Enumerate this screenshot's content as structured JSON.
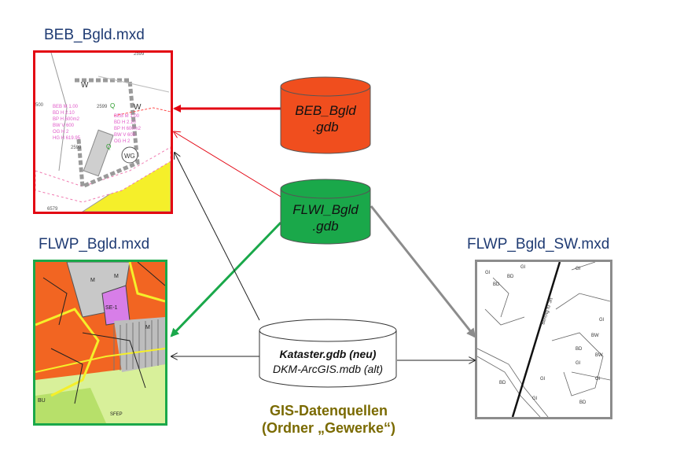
{
  "maps": {
    "beb": {
      "title": "BEB_Bgld.mxd",
      "border_color": "#e30613"
    },
    "flwp": {
      "title": "FLWP_Bgld.mxd",
      "border_color": "#1aa84a"
    },
    "flwp_sw": {
      "title": "FLWP_Bgld_SW.mxd",
      "border_color": "#8c8c8c"
    }
  },
  "databases": {
    "beb_gdb": {
      "line1": "BEB_Bgld",
      "line2": ".gdb",
      "fill": "#f04e1e"
    },
    "flwi_gdb": {
      "line1": "FLWI_Bgld",
      "line2": ".gdb",
      "fill": "#1aa84a"
    },
    "kataster": {
      "line1": "Kataster.gdb (neu)",
      "line2": "DKM-ArcGIS.mdb (alt)",
      "fill": "#ffffff"
    }
  },
  "caption": {
    "line1": "GIS-Datenquellen",
    "line2": "(Ordner „Gewerke“)"
  },
  "map_labels": {
    "beb": [
      "W",
      "W",
      "Q",
      "Q",
      "WG",
      "2599",
      "2599",
      "2599",
      "500",
      "6579",
      "2599"
    ],
    "beb_table": [
      "BEB M 1.00",
      "BD H 2.10",
      "BP H 600m2",
      "BW V 600",
      "OG H 2",
      "HG H 619.95"
    ],
    "flwp": [
      "M",
      "M",
      "SE-1",
      "M",
      "BU",
      "SFEP"
    ],
    "flwp_sw": [
      "BD",
      "BD",
      "Gl",
      "Gl",
      "BW",
      "BD",
      "Gl",
      "Gl",
      "Gl",
      "BW",
      "BD",
      "Gl",
      "Gl",
      "Gl",
      "BD",
      "Bereitg fü' 3rt"
    ]
  }
}
